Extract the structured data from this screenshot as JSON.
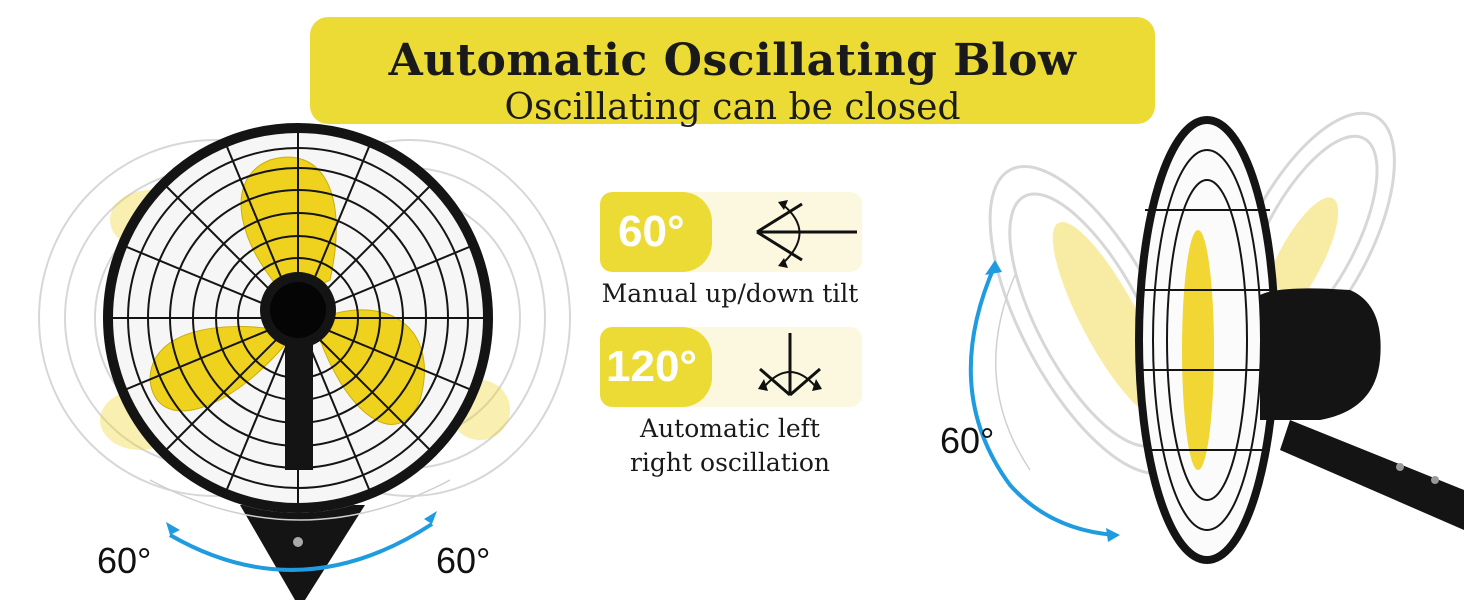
{
  "banner": {
    "title": "Automatic Oscillating Blow",
    "subtitle": "Oscillating can be closed"
  },
  "tilt": {
    "degree": "60°",
    "caption": "Manual up/down tilt"
  },
  "oscillation": {
    "degree": "120°",
    "caption_line1": "Automatic left",
    "caption_line2": "right oscillation"
  },
  "front_view": {
    "left_angle": "60°",
    "right_angle": "60°"
  },
  "side_view": {
    "tilt_angle": "60°"
  },
  "colors": {
    "accent_yellow": "#ecdb34",
    "badge_bg": "#fbf8df",
    "arrow_blue": "#1f9be0",
    "blade_yellow": "#efd21e",
    "cage_black": "#141414"
  },
  "icons": {
    "tilt": "tilt-arrows-icon",
    "oscillation": "oscillation-arrows-icon"
  }
}
